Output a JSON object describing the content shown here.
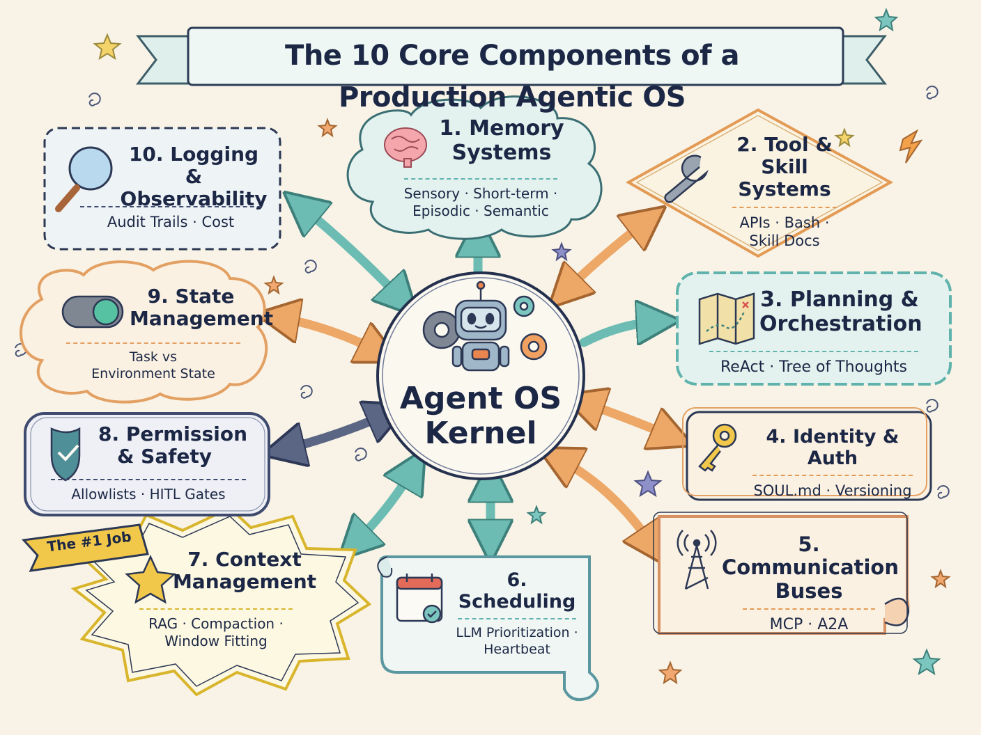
{
  "title": "The 10 Core Components of a Production Agentic OS",
  "center": {
    "line1": "Agent OS",
    "line2": "Kernel"
  },
  "badge": "The #1 Job",
  "colors": {
    "teal": "#5fb3ac",
    "orange": "#e9995c",
    "navy": "#3e4a6e",
    "yellow": "#f2c84b",
    "background": "#f8f3e6",
    "ink": "#1b2745"
  },
  "components": [
    {
      "title_1": "1. Memory",
      "title_2": "Systems",
      "detail_1": "Sensory · Short-term ·",
      "detail_2": "Episodic · Semantic",
      "icon": "brain-icon"
    },
    {
      "title_1": "2. Tool &",
      "title_2": "Skill Systems",
      "detail_1": "APIs · Bash ·",
      "detail_2": "Skill Docs",
      "icon": "wrench-icon"
    },
    {
      "title_1": "3. Planning &",
      "title_2": "Orchestration",
      "detail_1": "ReAct · Tree of Thoughts",
      "icon": "map-icon"
    },
    {
      "title_1": "4. Identity & Auth",
      "detail_1": "SOUL.md · Versioning",
      "icon": "key-icon"
    },
    {
      "title_1": "5. Communication",
      "title_2": "Buses",
      "detail_1": "MCP · A2A",
      "icon": "antenna-icon"
    },
    {
      "title_1": "6. Scheduling",
      "detail_1": "LLM Prioritization ·",
      "detail_2": "Heartbeat",
      "icon": "calendar-icon"
    },
    {
      "title_1": "7. Context",
      "title_2": "Management",
      "detail_1": "RAG · Compaction ·",
      "detail_2": "Window Fitting",
      "icon": "star-icon"
    },
    {
      "title_1": "8. Permission",
      "title_2": "& Safety",
      "detail_1": "Allowlists · HITL Gates",
      "icon": "shield-icon"
    },
    {
      "title_1": "9. State",
      "title_2": "Management",
      "detail_1": "Task vs",
      "detail_2": "Environment State",
      "icon": "toggle-icon"
    },
    {
      "title_1": "10. Logging &",
      "title_2": "Observability",
      "detail_1": "Audit Trails · Cost",
      "icon": "magnifier-icon"
    }
  ]
}
